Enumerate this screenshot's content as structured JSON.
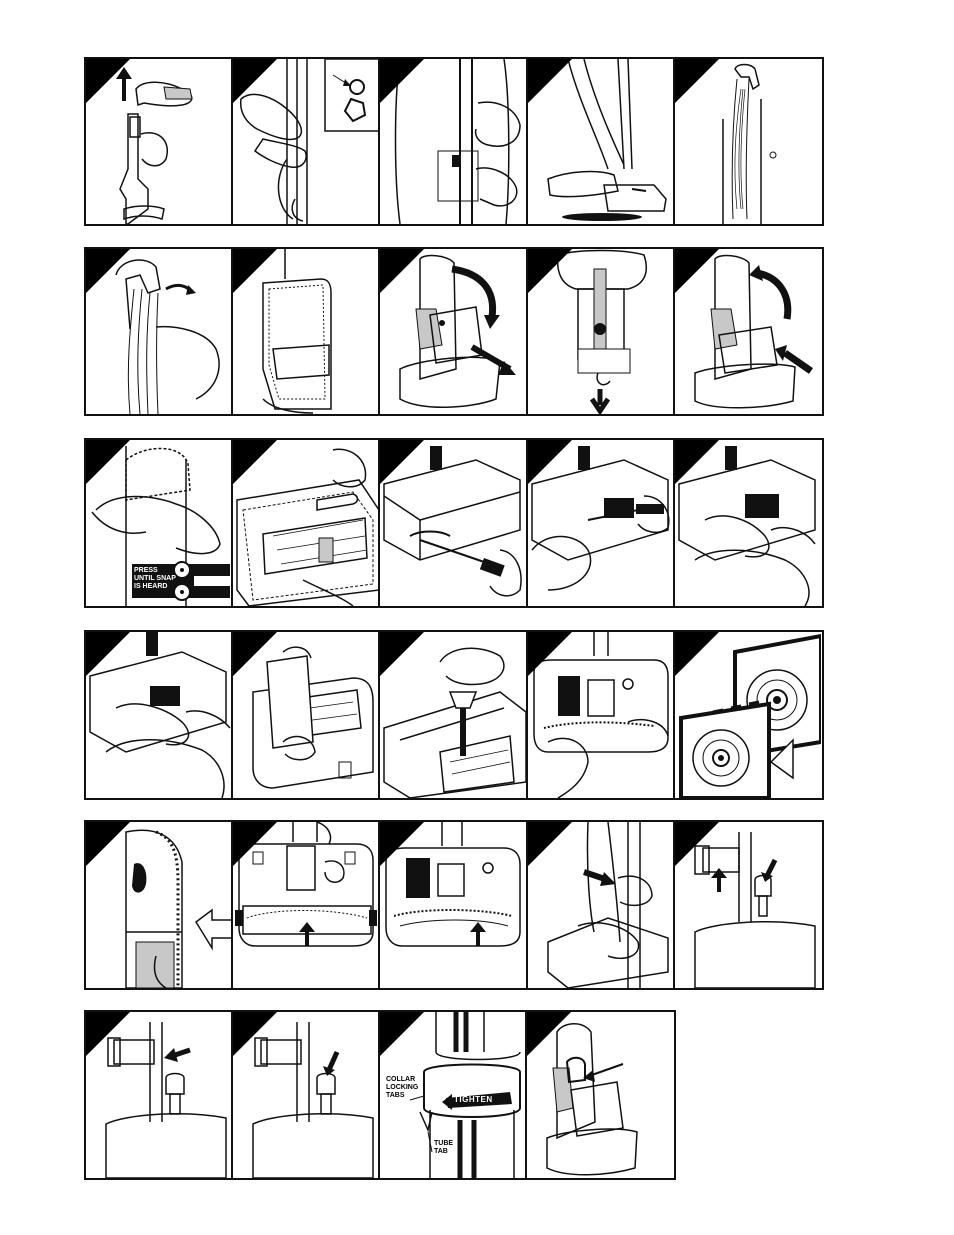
{
  "labels": {
    "press_line1": "PRESS",
    "press_line2": "UNTIL SNAP",
    "press_line3": "IS HEARD",
    "collar_line1": "COLLAR",
    "collar_line2": "LOCKING",
    "collar_line3": "TABS",
    "tube_line1": "TUBE",
    "tube_line2": "TAB",
    "tighten": "TIGHTEN"
  },
  "colors": {
    "ink": "#111111",
    "background": "#ffffff",
    "shade": "#c8c8c8"
  }
}
